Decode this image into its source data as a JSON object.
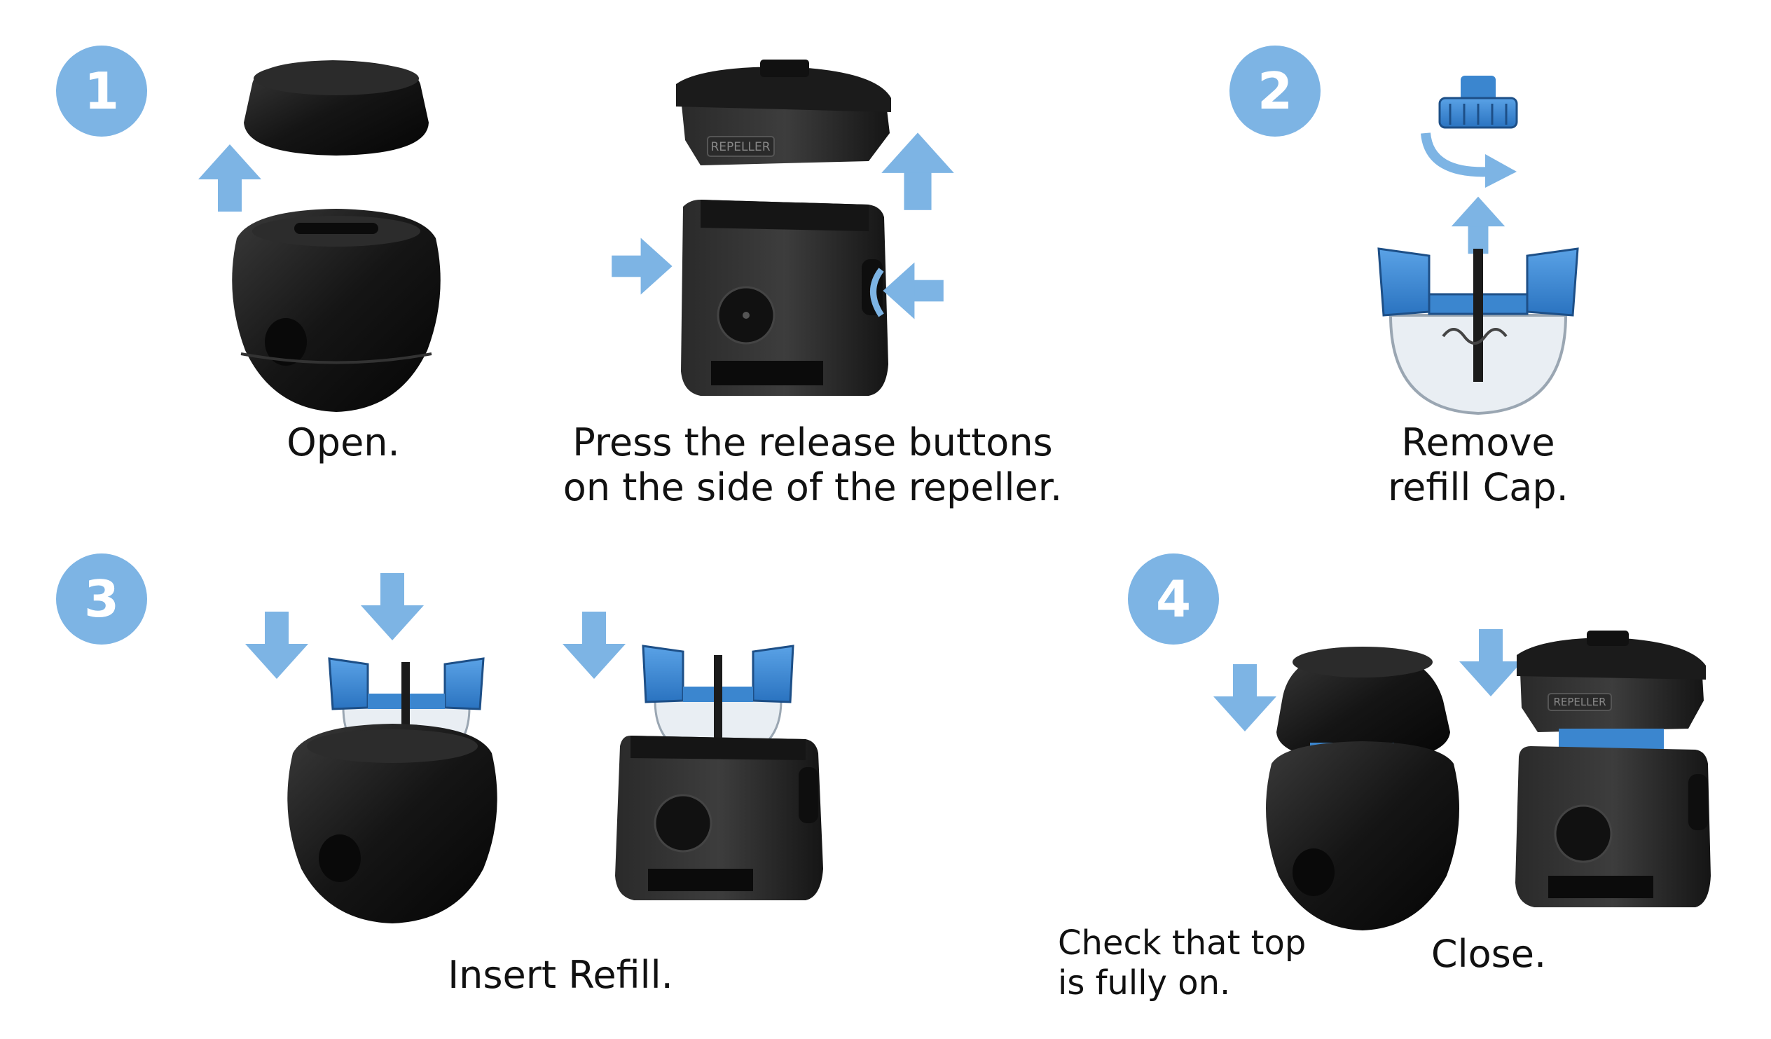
{
  "colors": {
    "accent": "#7db4e4",
    "blue_part": "#3b86cf",
    "device": "#1a1a1a"
  },
  "steps": [
    {
      "number": "1",
      "captions": [
        "Open.",
        "Press the release buttons",
        "on the side of the repeller."
      ]
    },
    {
      "number": "2",
      "captions": [
        "Remove",
        "refill Cap."
      ]
    },
    {
      "number": "3",
      "captions": [
        "Insert Refill."
      ]
    },
    {
      "number": "4",
      "captions": [
        "Check that top",
        "is fully on.",
        "Close."
      ]
    }
  ],
  "device_labels": {
    "top_label": "REPELLER",
    "small_label": "REPELLER"
  }
}
